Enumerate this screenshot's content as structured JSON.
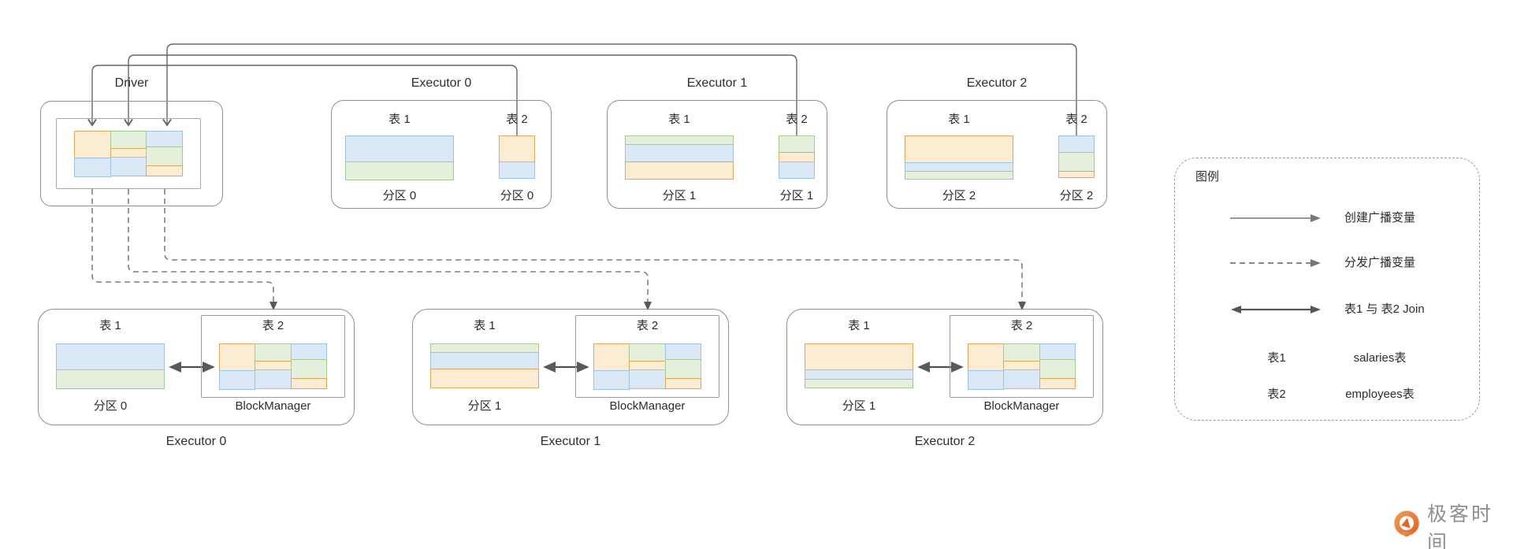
{
  "colors": {
    "blue_fill": "#dbe9f6",
    "blue_stroke": "#9ec2e0",
    "green_fill": "#e4f0dc",
    "green_stroke": "#a6c895",
    "orange_fill": "#fdecd4",
    "orange_stroke": "#d9a85a",
    "box_border": "#8f8f8f",
    "line_color": "#666666",
    "dash_color": "#7f7f7f",
    "join_color": "#4f4f4f",
    "text_color": "#2d2d2d",
    "logo_orange": "#e8703a",
    "logo_text": "#8f8f8f"
  },
  "driver": {
    "title": "Driver"
  },
  "top_executors": [
    {
      "title": "Executor 0",
      "t1_label": "表 1",
      "t2_label": "表 2",
      "t1_part": "分区 0",
      "t2_part": "分区 0",
      "t1_bands": [
        {
          "c": "blue",
          "h": 34
        },
        {
          "c": "green",
          "h": 24
        }
      ],
      "t2_bands": [
        {
          "c": "orange",
          "h": 34
        },
        {
          "c": "blue",
          "h": 22
        }
      ]
    },
    {
      "title": "Executor 1",
      "t1_label": "表 1",
      "t2_label": "表 2",
      "t1_part": "分区 1",
      "t2_part": "分区 1",
      "t1_bands": [
        {
          "c": "green",
          "h": 12
        },
        {
          "c": "blue",
          "h": 23
        },
        {
          "c": "orange",
          "h": 23
        }
      ],
      "t2_bands": [
        {
          "c": "green",
          "h": 22
        },
        {
          "c": "orange",
          "h": 13
        },
        {
          "c": "blue",
          "h": 22
        }
      ]
    },
    {
      "title": "Executor 2",
      "t1_label": "表 1",
      "t2_label": "表 2",
      "t1_part": "分区 2",
      "t2_part": "分区 2",
      "t1_bands": [
        {
          "c": "orange",
          "h": 35
        },
        {
          "c": "blue",
          "h": 12
        },
        {
          "c": "green",
          "h": 11
        }
      ],
      "t2_bands": [
        {
          "c": "blue",
          "h": 22
        },
        {
          "c": "green",
          "h": 25
        },
        {
          "c": "orange",
          "h": 9
        }
      ]
    }
  ],
  "bottom_executors": [
    {
      "title": "Executor 0",
      "t1_label": "表 1",
      "t2_label": "表 2",
      "t1_part": "分区 0",
      "bm_label": "BlockManager",
      "t1_bands": [
        {
          "c": "blue",
          "h": 34
        },
        {
          "c": "green",
          "h": 25
        }
      ]
    },
    {
      "title": "Executor 1",
      "t1_label": "表 1",
      "t2_label": "表 2",
      "t1_part": "分区 1",
      "bm_label": "BlockManager",
      "t1_bands": [
        {
          "c": "green",
          "h": 12
        },
        {
          "c": "blue",
          "h": 22
        },
        {
          "c": "orange",
          "h": 25
        }
      ]
    },
    {
      "title": "Executor 2",
      "t1_label": "表 1",
      "t2_label": "表 2",
      "t1_part": "分区 1",
      "bm_label": "BlockManager",
      "t1_bands": [
        {
          "c": "orange",
          "h": 34
        },
        {
          "c": "blue",
          "h": 13
        },
        {
          "c": "green",
          "h": 12
        }
      ]
    }
  ],
  "grid_columns": [
    [
      {
        "c": "orange",
        "h": 35
      },
      {
        "c": "blue",
        "h": 25
      }
    ],
    [
      {
        "c": "green",
        "h": 23
      },
      {
        "c": "orange",
        "h": 12
      },
      {
        "c": "blue",
        "h": 25
      }
    ],
    [
      {
        "c": "blue",
        "h": 21
      },
      {
        "c": "green",
        "h": 25
      },
      {
        "c": "orange",
        "h": 14
      }
    ]
  ],
  "legend": {
    "title": "图例",
    "rows": [
      {
        "arrow": "solid",
        "label": "创建广播变量"
      },
      {
        "arrow": "dashed",
        "label": "分发广播变量"
      },
      {
        "arrow": "double",
        "label": "表1 与 表2 Join"
      },
      {
        "key": "表1",
        "value": "salaries表"
      },
      {
        "key": "表2",
        "value": "employees表"
      }
    ]
  },
  "logo": {
    "text": "极客时间"
  }
}
